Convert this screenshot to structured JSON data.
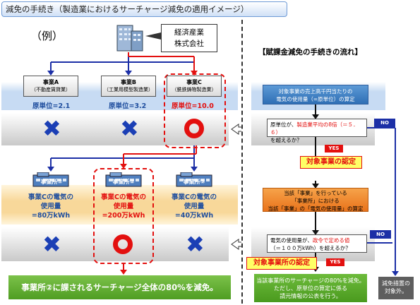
{
  "title": "減免の手続き（製造業におけるサーチャージ減免の適用イメージ）",
  "example_label": "（例）",
  "company": {
    "line1": "経済産業",
    "line2": "株式会社"
  },
  "right_heading": "【賦課金減免の手続きの流れ】",
  "businesses": [
    {
      "name": "事業A",
      "sub": "（不動産賃貸業）",
      "unit": "原単位=2.1",
      "mark": "cross"
    },
    {
      "name": "事業B",
      "sub": "（工業用模型製造業）",
      "unit": "原単位=3.2",
      "mark": "cross"
    },
    {
      "name": "事業C",
      "sub": "（銑鉄鋳物製造業）",
      "unit": "原単位=10.0",
      "mark": "circle"
    }
  ],
  "establishments": [
    {
      "name": "事業所①",
      "line1": "事業Cの電気の",
      "line2": "使用量",
      "amount": "=80万kWh",
      "mark": "cross"
    },
    {
      "name": "事業所②",
      "line1": "事業Cの電気の",
      "line2": "使用量",
      "amount": "=200万kWh",
      "mark": "circle"
    },
    {
      "name": "事業所③",
      "line1": "事業Cの電気の",
      "line2": "使用量",
      "amount": "=40万kWh",
      "mark": "cross"
    }
  ],
  "bottom_note": "事業所②に課されるサーチャージ全体の80%を減免。",
  "flow": {
    "step1": {
      "line1": "対象事業の売上高千円当たりの",
      "line2": "電気の使用量（=原単位）の算定"
    },
    "q1": {
      "pre": "原単位が、",
      "red": "製造業平均の8倍（＝５．６）",
      "line2": "を超えるか？"
    },
    "yes1": "YES",
    "no1": "NO",
    "label1": "対象事業の認定",
    "step2": {
      "line1": "当該「事業」を行っている",
      "line2": "「事業所」における",
      "line3": "当該「事業」の「電気の使用量」の算定"
    },
    "q2": {
      "pre": "電気の使用量が、",
      "red": "政令で定める値",
      "line2": "（＝１００万kWh）を超えるか？"
    },
    "yes2": "YES",
    "no2": "NO",
    "label2": "対象事業所の認定",
    "result_yes": {
      "line1": "当該事業所のサーチャージの80%を減免。",
      "line2": "ただし、原単位の算定に係る",
      "line3": "請元情報の公表を行う。"
    },
    "result_no": {
      "line1": "減免措置の",
      "line2": "対象外。"
    }
  },
  "colors": {
    "accent_red": "#e3100f",
    "accent_blue": "#1c2fa6",
    "unit_blue": "#1f4e9e",
    "label_yellow": "#ffff66",
    "green": "#4a9a1e"
  }
}
